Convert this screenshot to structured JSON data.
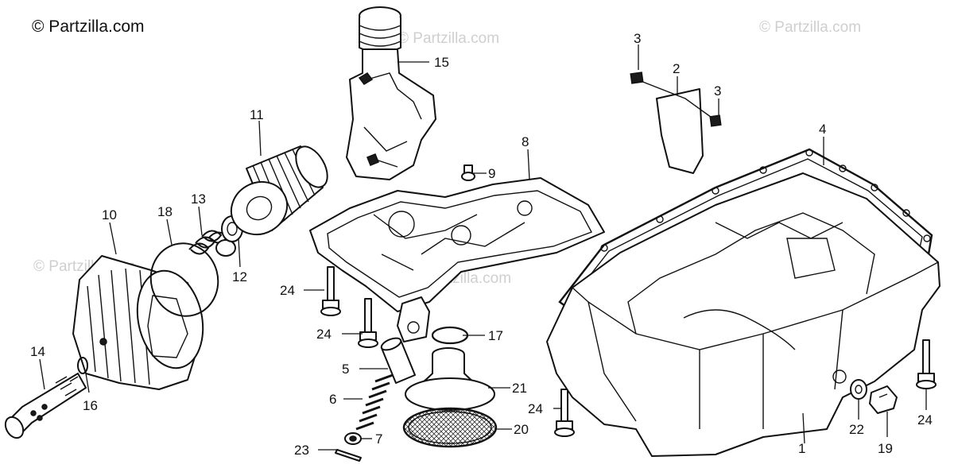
{
  "copyright": "© Partzilla.com",
  "watermark": "© Partzilla.com",
  "callouts": [
    {
      "id": "1",
      "label": "1"
    },
    {
      "id": "2",
      "label": "2"
    },
    {
      "id": "3a",
      "label": "3"
    },
    {
      "id": "3b",
      "label": "3"
    },
    {
      "id": "4",
      "label": "4"
    },
    {
      "id": "5",
      "label": "5"
    },
    {
      "id": "6",
      "label": "6"
    },
    {
      "id": "7",
      "label": "7"
    },
    {
      "id": "8",
      "label": "8"
    },
    {
      "id": "9",
      "label": "9"
    },
    {
      "id": "10",
      "label": "10"
    },
    {
      "id": "11",
      "label": "11"
    },
    {
      "id": "12",
      "label": "12"
    },
    {
      "id": "13",
      "label": "13"
    },
    {
      "id": "14",
      "label": "14"
    },
    {
      "id": "15",
      "label": "15"
    },
    {
      "id": "16",
      "label": "16"
    },
    {
      "id": "17",
      "label": "17"
    },
    {
      "id": "18",
      "label": "18"
    },
    {
      "id": "19",
      "label": "19"
    },
    {
      "id": "20",
      "label": "20"
    },
    {
      "id": "21",
      "label": "21"
    },
    {
      "id": "22",
      "label": "22"
    },
    {
      "id": "23",
      "label": "23"
    },
    {
      "id": "24a",
      "label": "24"
    },
    {
      "id": "24b",
      "label": "24"
    },
    {
      "id": "24c",
      "label": "24"
    },
    {
      "id": "24d",
      "label": "24"
    }
  ]
}
